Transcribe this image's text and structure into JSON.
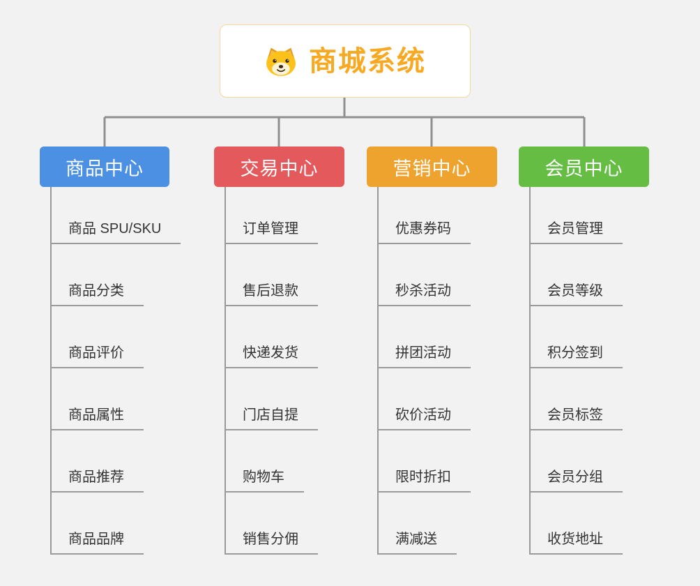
{
  "root": {
    "title": "商城系统",
    "icon": "dog-icon"
  },
  "branches": [
    {
      "label": "商品中心",
      "color": "#4b90e2",
      "items": [
        "商品 SPU/SKU",
        "商品分类",
        "商品评价",
        "商品属性",
        "商品推荐",
        "商品品牌"
      ]
    },
    {
      "label": "交易中心",
      "color": "#e4595b",
      "items": [
        "订单管理",
        "售后退款",
        "快递发货",
        "门店自提",
        "购物车",
        "销售分佣"
      ]
    },
    {
      "label": "营销中心",
      "color": "#efa32f",
      "items": [
        "优惠券码",
        "秒杀活动",
        "拼团活动",
        "砍价活动",
        "限时折扣",
        "满减送"
      ]
    },
    {
      "label": "会员中心",
      "color": "#66bd43",
      "items": [
        "会员管理",
        "会员等级",
        "积分签到",
        "会员标签",
        "会员分组",
        "收货地址"
      ]
    }
  ],
  "colors": {
    "background": "#f2f2f2",
    "root_accent": "#f8a922",
    "root_border": "#f5d79e",
    "connector_line": "#8f8f8f",
    "leaf_text": "#333333",
    "leaf_line": "#9a9a9a"
  }
}
